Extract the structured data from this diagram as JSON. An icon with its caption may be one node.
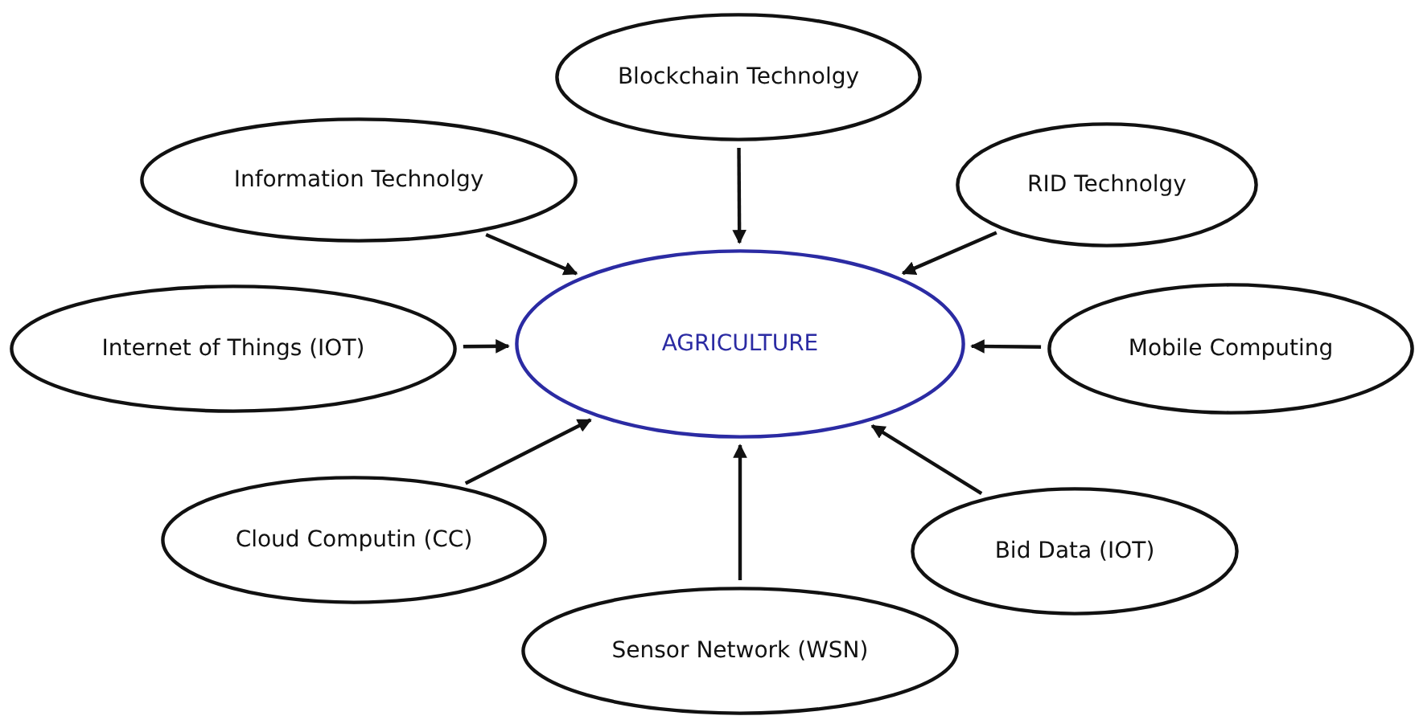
{
  "diagram": {
    "nodes": [
      {
        "text": [
          "Blockchain Technolgy"
        ]
      },
      {
        "text": [
          "Information Technolgy"
        ]
      },
      {
        "text": [
          "RID Technolgy"
        ]
      },
      {
        "text": [
          "Internet of Things (IOT)"
        ]
      },
      {
        "text": [
          "AGRICULTURE"
        ]
      },
      {
        "text": [
          "Mobile Computing"
        ]
      },
      {
        "text": [
          "Cloud Computin (CC)"
        ]
      },
      {
        "text": [
          "Bid Data (IOT)"
        ]
      },
      {
        "text": [
          "Sensor Network (WSN)"
        ]
      }
    ],
    "edges": [
      {
        "from": 0,
        "to": 4,
        "arrow": "to"
      },
      {
        "from": 1,
        "to": 4,
        "arrow": "to"
      },
      {
        "from": 2,
        "to": 4,
        "arrow": "to"
      },
      {
        "from": 3,
        "to": 4,
        "arrow": "to"
      },
      {
        "from": 5,
        "to": 4,
        "arrow": "to"
      },
      {
        "from": 6,
        "to": 4,
        "arrow": "to"
      },
      {
        "from": 7,
        "to": 4,
        "arrow": "to"
      },
      {
        "from": 8,
        "to": 4,
        "arrow": "to"
      }
    ]
  }
}
